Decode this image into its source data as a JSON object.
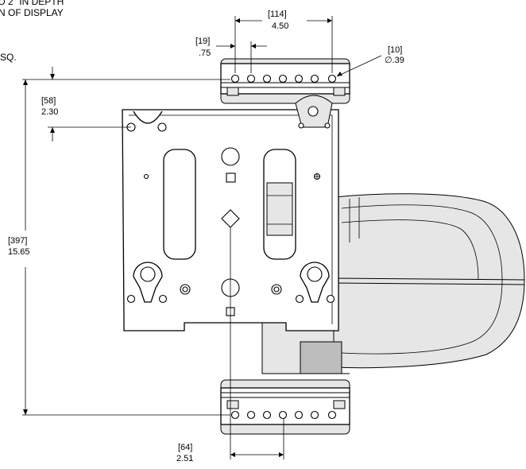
{
  "header": {
    "line1": "D 2\" IN DEPTH",
    "line2": "N OF DISPLAY",
    "line3": "SQ."
  },
  "dimensions": {
    "width_top_mm": "[114]",
    "width_top_in": "4.50",
    "spacing_top_mm": "[19]",
    "spacing_top_in": ".75",
    "hole_mm": "[10]",
    "hole_in": "∅.39",
    "offset_mm": "[58]",
    "offset_in": "2.30",
    "height_mm": "[397]",
    "height_in": "15.65",
    "offset_bottom_mm": "[64]",
    "offset_bottom_in": "2.51"
  }
}
